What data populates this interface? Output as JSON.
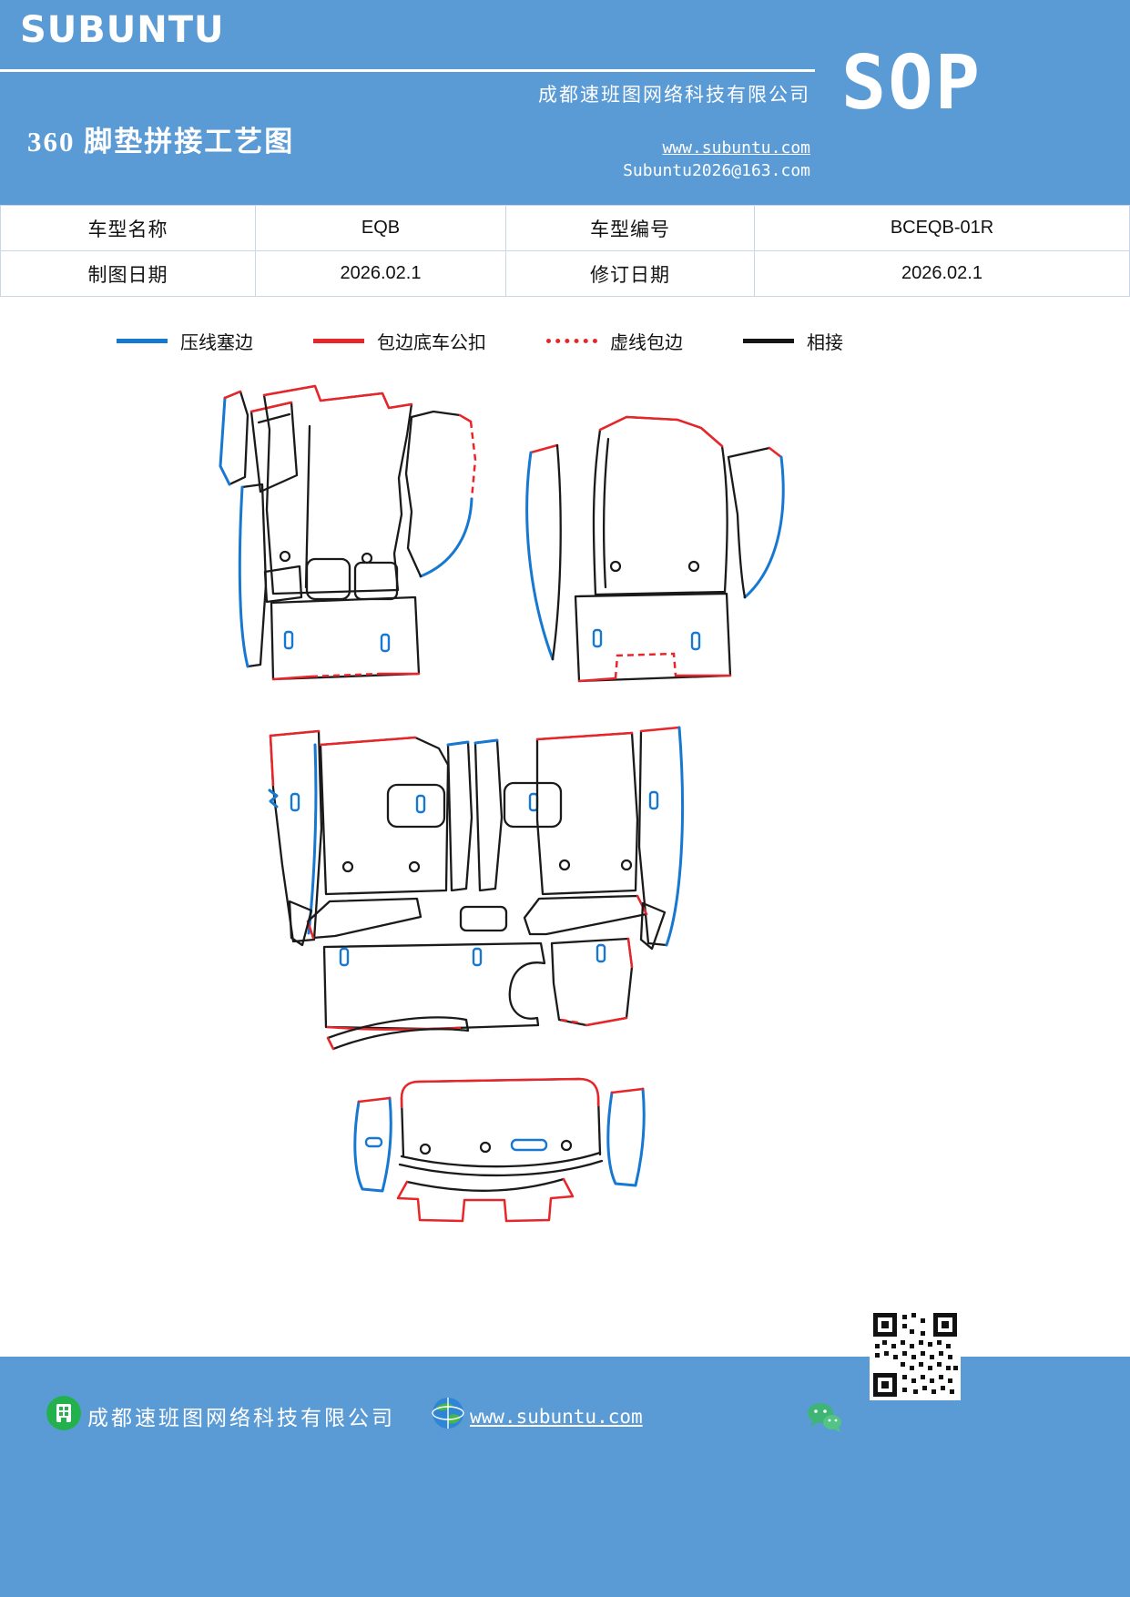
{
  "header": {
    "logo_text": "SUBUNTU",
    "title": "360 脚垫拼接工艺图",
    "company": "成都速班图网络科技有限公司",
    "website": "www.subuntu.com",
    "email": "Subuntu2026@163.com",
    "sop_label": "SOP"
  },
  "info_table": {
    "rows": [
      {
        "label1": "车型名称",
        "value1": "EQB",
        "label2": "车型编号",
        "value2": "BCEQB-01R"
      },
      {
        "label1": "制图日期",
        "value1": "2026.02.1",
        "label2": "修订日期",
        "value2": "2026.02.1"
      }
    ]
  },
  "legend": {
    "items": [
      {
        "label": "压线塞边",
        "color": "#1778d2",
        "line_style": "solid"
      },
      {
        "label": "包边底车公扣",
        "color": "#e8262a",
        "line_style": "solid"
      },
      {
        "label": "虚线包边",
        "color": "#e8262a",
        "line_style": "dotted"
      },
      {
        "label": "相接",
        "color": "#151515",
        "line_style": "solid"
      }
    ]
  },
  "diagram": {
    "groups": [
      "front-left-mat",
      "front-right-mat",
      "second-row-mats",
      "trunk-mat"
    ]
  },
  "footer": {
    "company": "成都速班图网络科技有限公司",
    "website": "www.subuntu.com"
  },
  "colors": {
    "banner_blue": "#5b9bd5",
    "line_blue": "#1778d2",
    "line_red": "#e8262a",
    "line_black": "#1a1a1a"
  }
}
